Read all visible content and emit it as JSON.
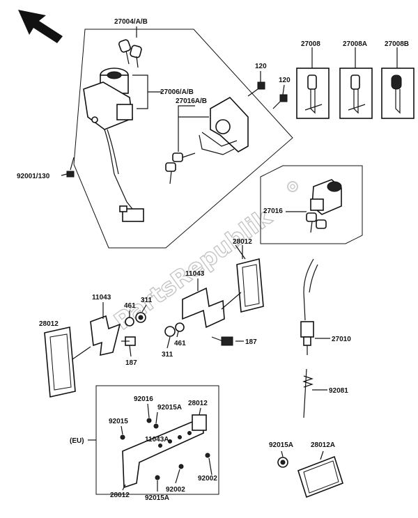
{
  "watermark": "PartsRepublik",
  "labels": {
    "p27004": "27004/A/B",
    "p27006": "27006/A/B",
    "p27016": "27016A/B",
    "p92001": "92001/130",
    "p120a": "120",
    "p120b": "120",
    "p27008": "27008",
    "p27008A": "27008A",
    "p27008B": "27008B",
    "p27016b": "27016",
    "p28012top": "28012",
    "p11043left": "11043",
    "p11043right": "11043",
    "p311left": "311",
    "p461left": "461",
    "p28012left": "28012",
    "p187left": "187",
    "p461right": "461",
    "p311right": "311",
    "p187right": "187",
    "p27010": "27010",
    "p92081": "92081",
    "p92016": "92016",
    "p92015A_top": "92015A",
    "p28012box": "28012",
    "p92015box": "92015",
    "p11043A": "11043A",
    "eu": "(EU)",
    "p28012boxbottom": "28012",
    "p92002a": "92002",
    "p92002b": "92002",
    "p92015A_bottom": "92015A",
    "p92015A_right": "92015A",
    "p28012A": "28012A"
  }
}
